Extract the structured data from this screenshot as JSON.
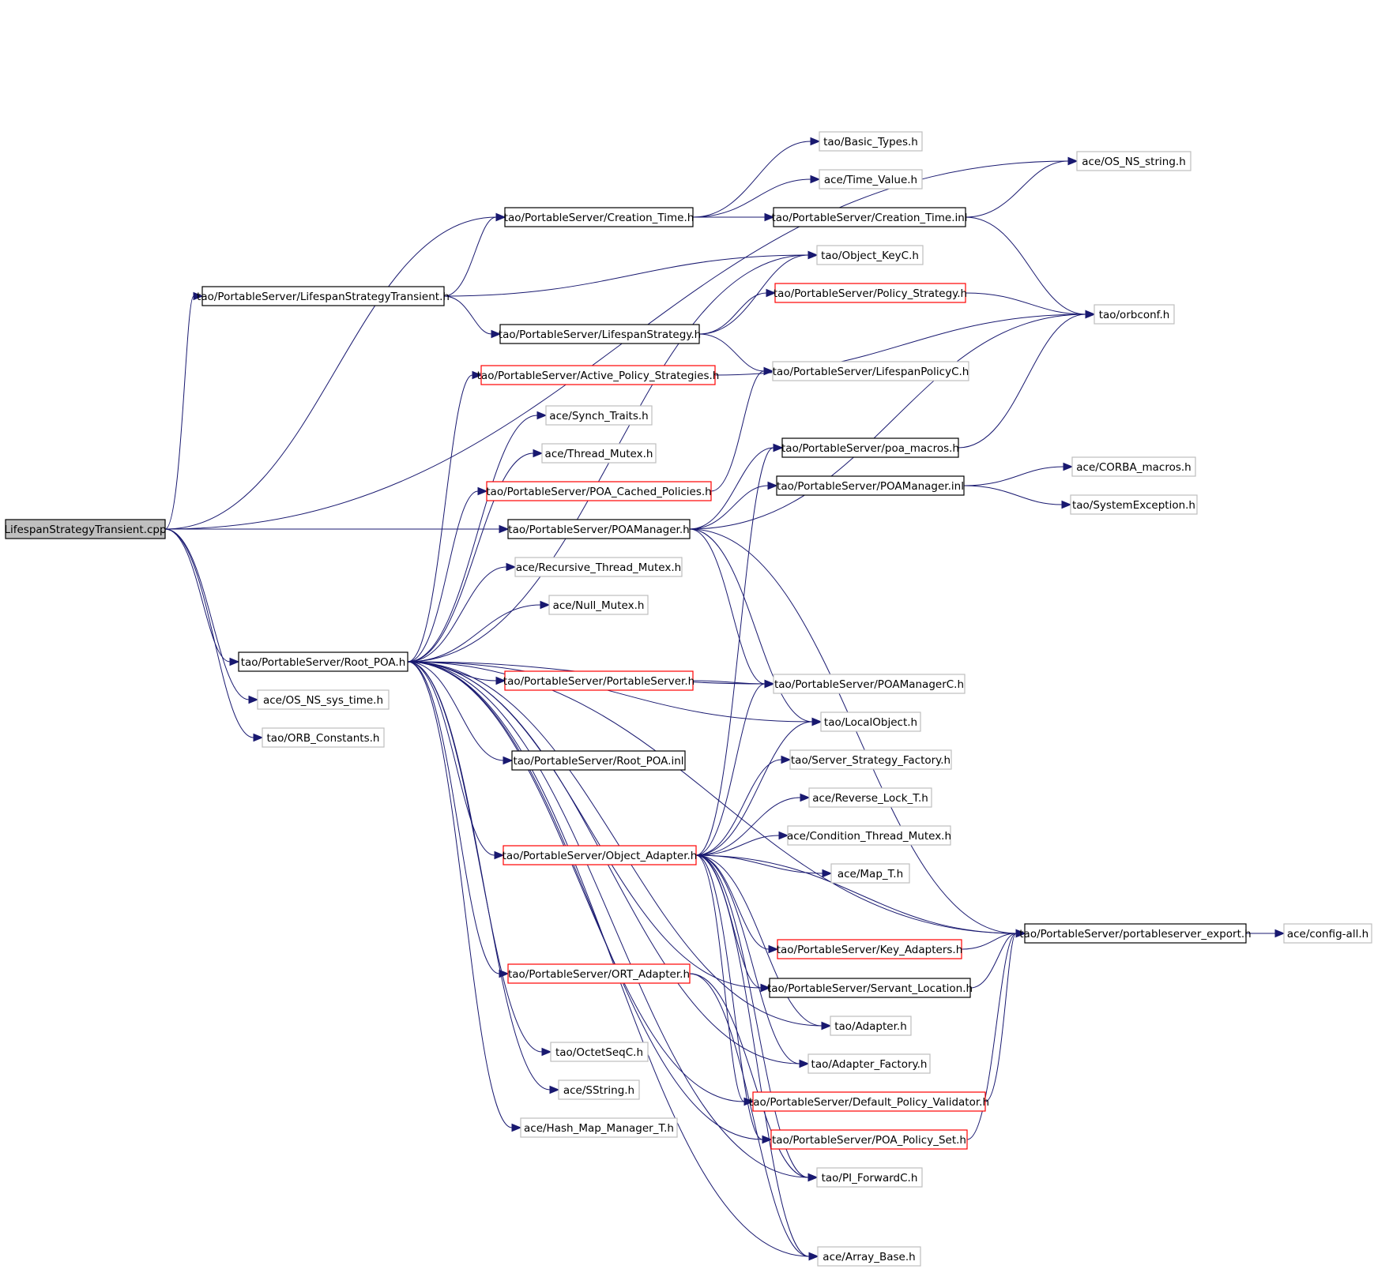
{
  "colors": {
    "edge": "#191970",
    "root_fill": "#bfbfbf",
    "box_black": "#000000",
    "box_red": "#ff0000",
    "box_gray": "#bfbfbf",
    "text": "#000000"
  },
  "nodes": [
    {
      "id": "n0",
      "label": "LifespanStrategyTransient.cpp",
      "style": "root"
    },
    {
      "id": "n1",
      "label": "ace/OS_NS_string.h",
      "style": "gray"
    },
    {
      "id": "n2",
      "label": "tao/PortableServer/Creation_Time.h",
      "style": "black"
    },
    {
      "id": "n3",
      "label": "tao/PortableServer/LifespanStrategyTransient.h",
      "style": "black"
    },
    {
      "id": "n4",
      "label": "tao/PortableServer/POAManager.h",
      "style": "black"
    },
    {
      "id": "n5",
      "label": "tao/PortableServer/Root_POA.h",
      "style": "black"
    },
    {
      "id": "n6",
      "label": "ace/OS_NS_sys_time.h",
      "style": "gray"
    },
    {
      "id": "n7",
      "label": "tao/ORB_Constants.h",
      "style": "gray"
    },
    {
      "id": "n8",
      "label": "tao/Basic_Types.h",
      "style": "gray"
    },
    {
      "id": "n9",
      "label": "ace/Time_Value.h",
      "style": "gray"
    },
    {
      "id": "n10",
      "label": "tao/PortableServer/Creation_Time.inl",
      "style": "black"
    },
    {
      "id": "n11",
      "label": "tao/orbconf.h",
      "style": "gray"
    },
    {
      "id": "n12",
      "label": "tao/Object_KeyC.h",
      "style": "gray"
    },
    {
      "id": "n13",
      "label": "tao/PortableServer/LifespanStrategy.h",
      "style": "black"
    },
    {
      "id": "n14",
      "label": "tao/PortableServer/Policy_Strategy.h",
      "style": "red"
    },
    {
      "id": "n15",
      "label": "tao/PortableServer/LifespanPolicyC.h",
      "style": "gray"
    },
    {
      "id": "n16",
      "label": "tao/PortableServer/poa_macros.h",
      "style": "black"
    },
    {
      "id": "n17",
      "label": "tao/PortableServer/POAManager.inl",
      "style": "black"
    },
    {
      "id": "n18",
      "label": "tao/PortableServer/portableserver_export.h",
      "style": "black"
    },
    {
      "id": "n19",
      "label": "tao/PortableServer/POAManagerC.h",
      "style": "gray"
    },
    {
      "id": "n20",
      "label": "tao/LocalObject.h",
      "style": "gray"
    },
    {
      "id": "n21",
      "label": "tao/PortableServer/Active_Policy_Strategies.h",
      "style": "red"
    },
    {
      "id": "n22",
      "label": "ace/Synch_Traits.h",
      "style": "gray"
    },
    {
      "id": "n23",
      "label": "ace/Thread_Mutex.h",
      "style": "gray"
    },
    {
      "id": "n24",
      "label": "tao/PortableServer/POA_Cached_Policies.h",
      "style": "red"
    },
    {
      "id": "n25",
      "label": "ace/Recursive_Thread_Mutex.h",
      "style": "gray"
    },
    {
      "id": "n26",
      "label": "ace/Null_Mutex.h",
      "style": "gray"
    },
    {
      "id": "n27",
      "label": "tao/PortableServer/PortableServer.h",
      "style": "red"
    },
    {
      "id": "n28",
      "label": "tao/PortableServer/Root_POA.inl",
      "style": "black"
    },
    {
      "id": "n29",
      "label": "tao/PortableServer/Object_Adapter.h",
      "style": "red"
    },
    {
      "id": "n30",
      "label": "tao/PortableServer/ORT_Adapter.h",
      "style": "red"
    },
    {
      "id": "n31",
      "label": "tao/OctetSeqC.h",
      "style": "gray"
    },
    {
      "id": "n32",
      "label": "ace/SString.h",
      "style": "gray"
    },
    {
      "id": "n33",
      "label": "ace/Hash_Map_Manager_T.h",
      "style": "gray"
    },
    {
      "id": "n34",
      "label": "ace/CORBA_macros.h",
      "style": "gray"
    },
    {
      "id": "n35",
      "label": "tao/SystemException.h",
      "style": "gray"
    },
    {
      "id": "n36",
      "label": "ace/config-all.h",
      "style": "gray"
    },
    {
      "id": "n37",
      "label": "tao/Server_Strategy_Factory.h",
      "style": "gray"
    },
    {
      "id": "n38",
      "label": "ace/Reverse_Lock_T.h",
      "style": "gray"
    },
    {
      "id": "n39",
      "label": "ace/Condition_Thread_Mutex.h",
      "style": "gray"
    },
    {
      "id": "n40",
      "label": "ace/Map_T.h",
      "style": "gray"
    },
    {
      "id": "n41",
      "label": "tao/PortableServer/Key_Adapters.h",
      "style": "red"
    },
    {
      "id": "n42",
      "label": "tao/PortableServer/Servant_Location.h",
      "style": "black"
    },
    {
      "id": "n43",
      "label": "tao/Adapter.h",
      "style": "gray"
    },
    {
      "id": "n44",
      "label": "tao/Adapter_Factory.h",
      "style": "gray"
    },
    {
      "id": "n45",
      "label": "tao/PortableServer/Default_Policy_Validator.h",
      "style": "red"
    },
    {
      "id": "n46",
      "label": "tao/PortableServer/POA_Policy_Set.h",
      "style": "red"
    },
    {
      "id": "n47",
      "label": "tao/PI_ForwardC.h",
      "style": "gray"
    },
    {
      "id": "n48",
      "label": "ace/Array_Base.h",
      "style": "gray"
    }
  ],
  "edges": [
    [
      "n0",
      "n1"
    ],
    [
      "n0",
      "n2"
    ],
    [
      "n0",
      "n3"
    ],
    [
      "n0",
      "n4"
    ],
    [
      "n0",
      "n5"
    ],
    [
      "n0",
      "n6"
    ],
    [
      "n0",
      "n7"
    ],
    [
      "n2",
      "n8"
    ],
    [
      "n2",
      "n9"
    ],
    [
      "n2",
      "n10"
    ],
    [
      "n10",
      "n1"
    ],
    [
      "n10",
      "n11"
    ],
    [
      "n3",
      "n2"
    ],
    [
      "n3",
      "n12"
    ],
    [
      "n3",
      "n13"
    ],
    [
      "n13",
      "n12"
    ],
    [
      "n13",
      "n14"
    ],
    [
      "n13",
      "n15"
    ],
    [
      "n14",
      "n11"
    ],
    [
      "n4",
      "n16"
    ],
    [
      "n4",
      "n17"
    ],
    [
      "n4",
      "n18"
    ],
    [
      "n4",
      "n19"
    ],
    [
      "n4",
      "n20"
    ],
    [
      "n4",
      "n11"
    ],
    [
      "n16",
      "n11"
    ],
    [
      "n17",
      "n34"
    ],
    [
      "n17",
      "n35"
    ],
    [
      "n18",
      "n36"
    ],
    [
      "n5",
      "n12"
    ],
    [
      "n5",
      "n21"
    ],
    [
      "n5",
      "n22"
    ],
    [
      "n5",
      "n23"
    ],
    [
      "n5",
      "n24"
    ],
    [
      "n5",
      "n25"
    ],
    [
      "n5",
      "n26"
    ],
    [
      "n5",
      "n27"
    ],
    [
      "n5",
      "n20"
    ],
    [
      "n5",
      "n28"
    ],
    [
      "n5",
      "n29"
    ],
    [
      "n5",
      "n30"
    ],
    [
      "n5",
      "n31"
    ],
    [
      "n5",
      "n32"
    ],
    [
      "n5",
      "n33"
    ],
    [
      "n5",
      "n18"
    ],
    [
      "n5",
      "n19"
    ],
    [
      "n5",
      "n42"
    ],
    [
      "n5",
      "n45"
    ],
    [
      "n5",
      "n46"
    ],
    [
      "n5",
      "n43"
    ],
    [
      "n5",
      "n44"
    ],
    [
      "n5",
      "n47"
    ],
    [
      "n5",
      "n48"
    ],
    [
      "n21",
      "n11"
    ],
    [
      "n24",
      "n15"
    ],
    [
      "n27",
      "n19"
    ],
    [
      "n29",
      "n16"
    ],
    [
      "n29",
      "n20"
    ],
    [
      "n29",
      "n19"
    ],
    [
      "n29",
      "n37"
    ],
    [
      "n29",
      "n38"
    ],
    [
      "n29",
      "n39"
    ],
    [
      "n29",
      "n40"
    ],
    [
      "n29",
      "n18"
    ],
    [
      "n29",
      "n41"
    ],
    [
      "n29",
      "n42"
    ],
    [
      "n29",
      "n43"
    ],
    [
      "n29",
      "n44"
    ],
    [
      "n29",
      "n45"
    ],
    [
      "n29",
      "n46"
    ],
    [
      "n29",
      "n47"
    ],
    [
      "n29",
      "n48"
    ],
    [
      "n41",
      "n18"
    ],
    [
      "n42",
      "n18"
    ],
    [
      "n45",
      "n18"
    ],
    [
      "n46",
      "n18"
    ],
    [
      "n30",
      "n47"
    ],
    [
      "n30",
      "n48"
    ]
  ]
}
